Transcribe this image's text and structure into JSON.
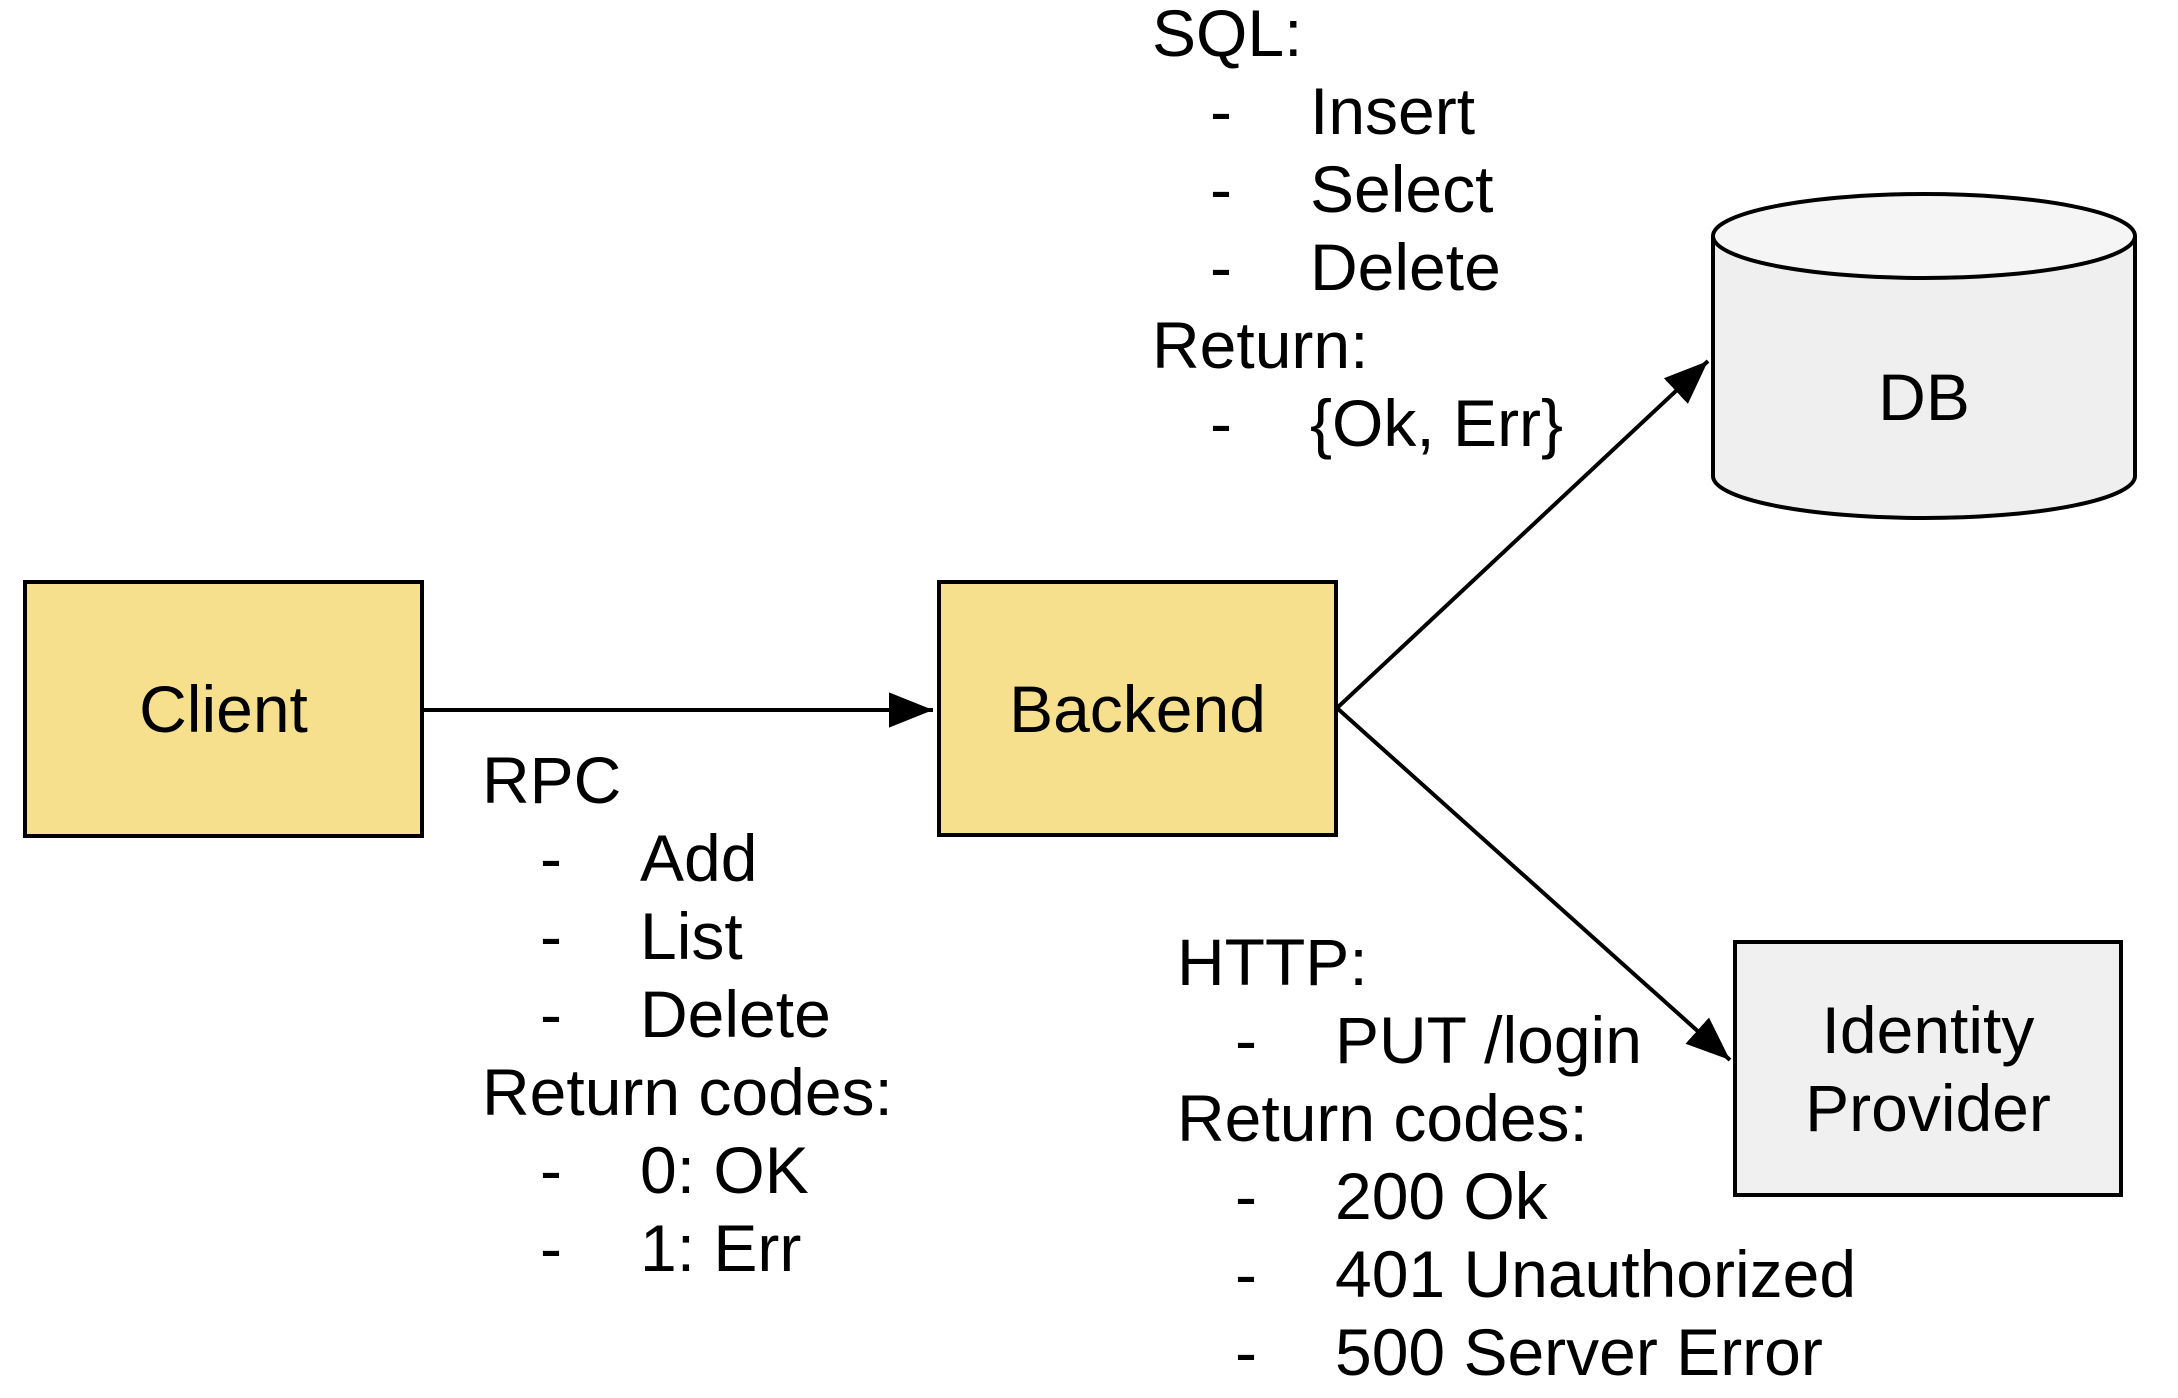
{
  "nodes": {
    "client": {
      "label": "Client"
    },
    "backend": {
      "label": "Backend"
    },
    "db": {
      "label": "DB"
    },
    "identity_provider": {
      "label": "Identity Provider"
    }
  },
  "annotations": {
    "bullet_char": "-",
    "rpc": {
      "title": "RPC",
      "items": [
        "Add",
        "List",
        "Delete"
      ],
      "subtitle": "Return codes:",
      "return_items": [
        "0: OK",
        "1: Err"
      ]
    },
    "sql": {
      "title": "SQL:",
      "items": [
        "Insert",
        "Select",
        "Delete"
      ],
      "subtitle": "Return:",
      "return_items": [
        "{Ok, Err}"
      ]
    },
    "http": {
      "title": "HTTP:",
      "items": [
        "PUT /login"
      ],
      "subtitle": "Return codes:",
      "return_items": [
        "200 Ok",
        "401 Unauthorized",
        "500 Server Error"
      ]
    }
  },
  "colors": {
    "service_fill": "#F6E08E",
    "external_fill": "#F0F0F0",
    "cylinder_top_fill": "#F5F5F5",
    "stroke": "#000000",
    "background": "#FFFFFF"
  }
}
